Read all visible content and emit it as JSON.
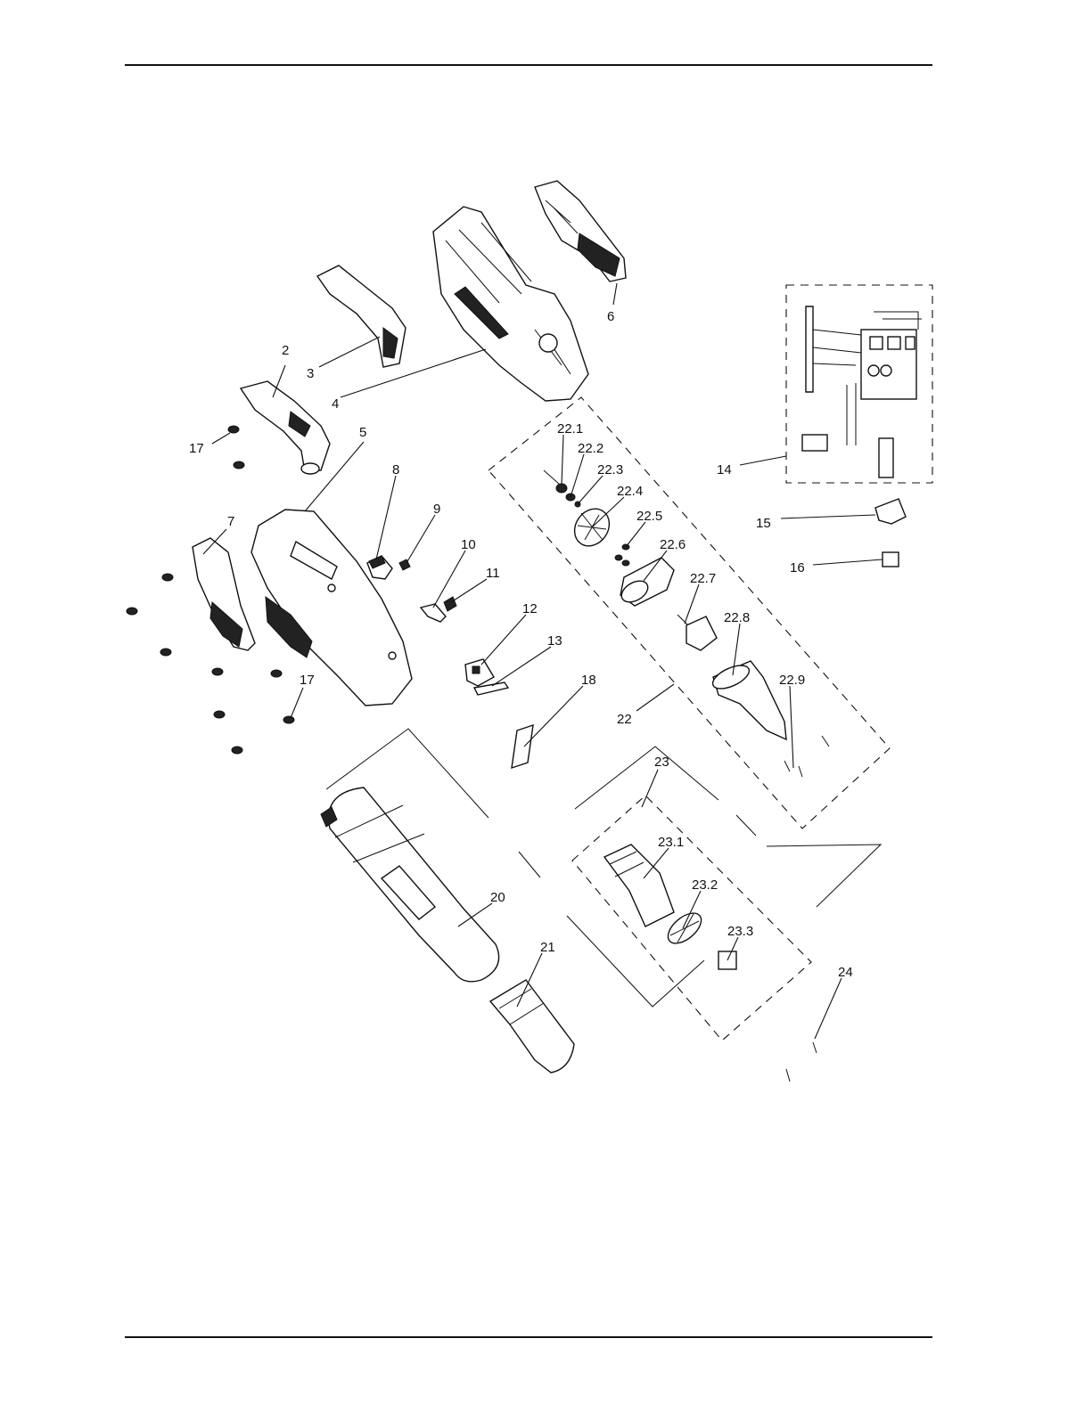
{
  "diagram": {
    "callouts": [
      {
        "id": "2",
        "label": "2"
      },
      {
        "id": "3",
        "label": "3"
      },
      {
        "id": "4",
        "label": "4"
      },
      {
        "id": "5",
        "label": "5"
      },
      {
        "id": "6",
        "label": "6"
      },
      {
        "id": "7",
        "label": "7"
      },
      {
        "id": "8",
        "label": "8"
      },
      {
        "id": "9",
        "label": "9"
      },
      {
        "id": "10",
        "label": "10"
      },
      {
        "id": "11",
        "label": "11"
      },
      {
        "id": "12",
        "label": "12"
      },
      {
        "id": "13",
        "label": "13"
      },
      {
        "id": "14",
        "label": "14"
      },
      {
        "id": "15",
        "label": "15"
      },
      {
        "id": "16",
        "label": "16"
      },
      {
        "id": "17a",
        "label": "17"
      },
      {
        "id": "17b",
        "label": "17"
      },
      {
        "id": "18",
        "label": "18"
      },
      {
        "id": "20",
        "label": "20"
      },
      {
        "id": "21",
        "label": "21"
      },
      {
        "id": "22",
        "label": "22"
      },
      {
        "id": "22_1",
        "label": "22.1"
      },
      {
        "id": "22_2",
        "label": "22.2"
      },
      {
        "id": "22_3",
        "label": "22.3"
      },
      {
        "id": "22_4",
        "label": "22.4"
      },
      {
        "id": "22_5",
        "label": "22.5"
      },
      {
        "id": "22_6",
        "label": "22.6"
      },
      {
        "id": "22_7",
        "label": "22.7"
      },
      {
        "id": "22_8",
        "label": "22.8"
      },
      {
        "id": "22_9",
        "label": "22.9"
      },
      {
        "id": "23",
        "label": "23"
      },
      {
        "id": "23_1",
        "label": "23.1"
      },
      {
        "id": "23_2",
        "label": "23.2"
      },
      {
        "id": "23_3",
        "label": "23.3"
      },
      {
        "id": "24",
        "label": "24"
      }
    ]
  }
}
